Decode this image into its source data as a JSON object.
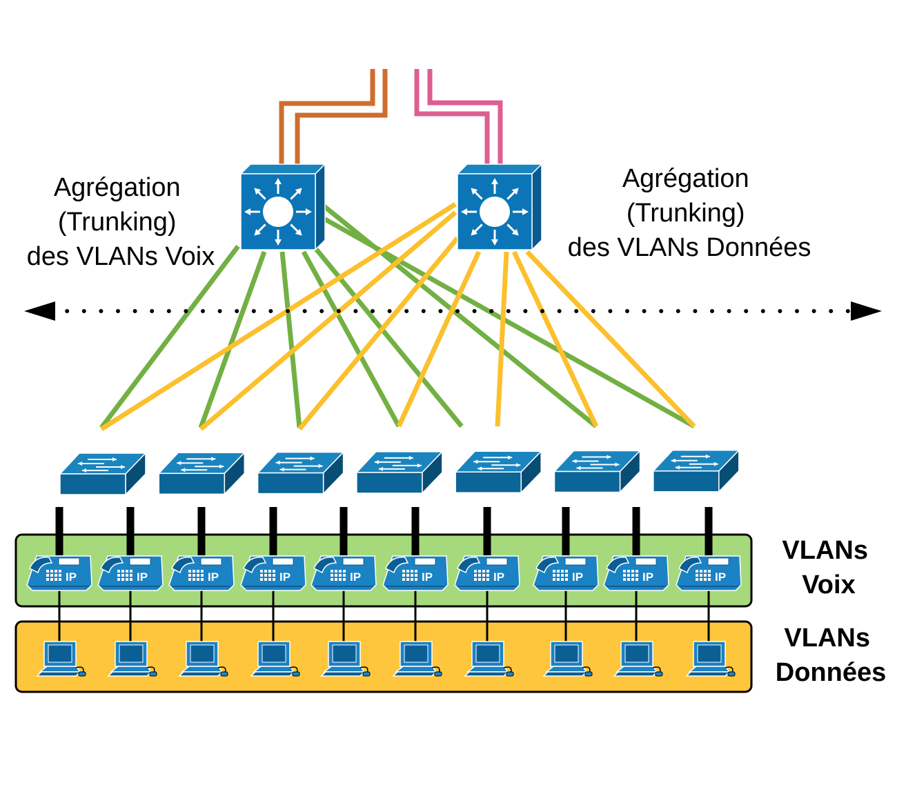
{
  "labels": {
    "voice_aggregation": [
      "Agrégation",
      "(Trunking)",
      "des VLANs Voix"
    ],
    "data_aggregation": [
      "Agrégation",
      "(Trunking)",
      "des VLANs Données"
    ],
    "voice_vlans": [
      "VLANs",
      "Voix"
    ],
    "data_vlans": [
      "VLANs",
      "Données"
    ],
    "ip_phone_text": "IP"
  },
  "counts": {
    "access_switches": 7,
    "ip_phones": 10,
    "workstations": 10
  },
  "colors": {
    "core_switch": "#0b75b7",
    "core_switch_side": "#085a8f",
    "access_switch": "#0b6598",
    "access_switch_top": "#1a84bf",
    "voice_links": "#72b043",
    "data_links": "#fbc02d",
    "uplink_left": "#cf6d2d",
    "uplink_right": "#de5f8f",
    "voice_zone": "#a6d97b",
    "data_zone": "#fdc63c",
    "phone_blue": "#1b82c4",
    "device_border": "#000000"
  }
}
